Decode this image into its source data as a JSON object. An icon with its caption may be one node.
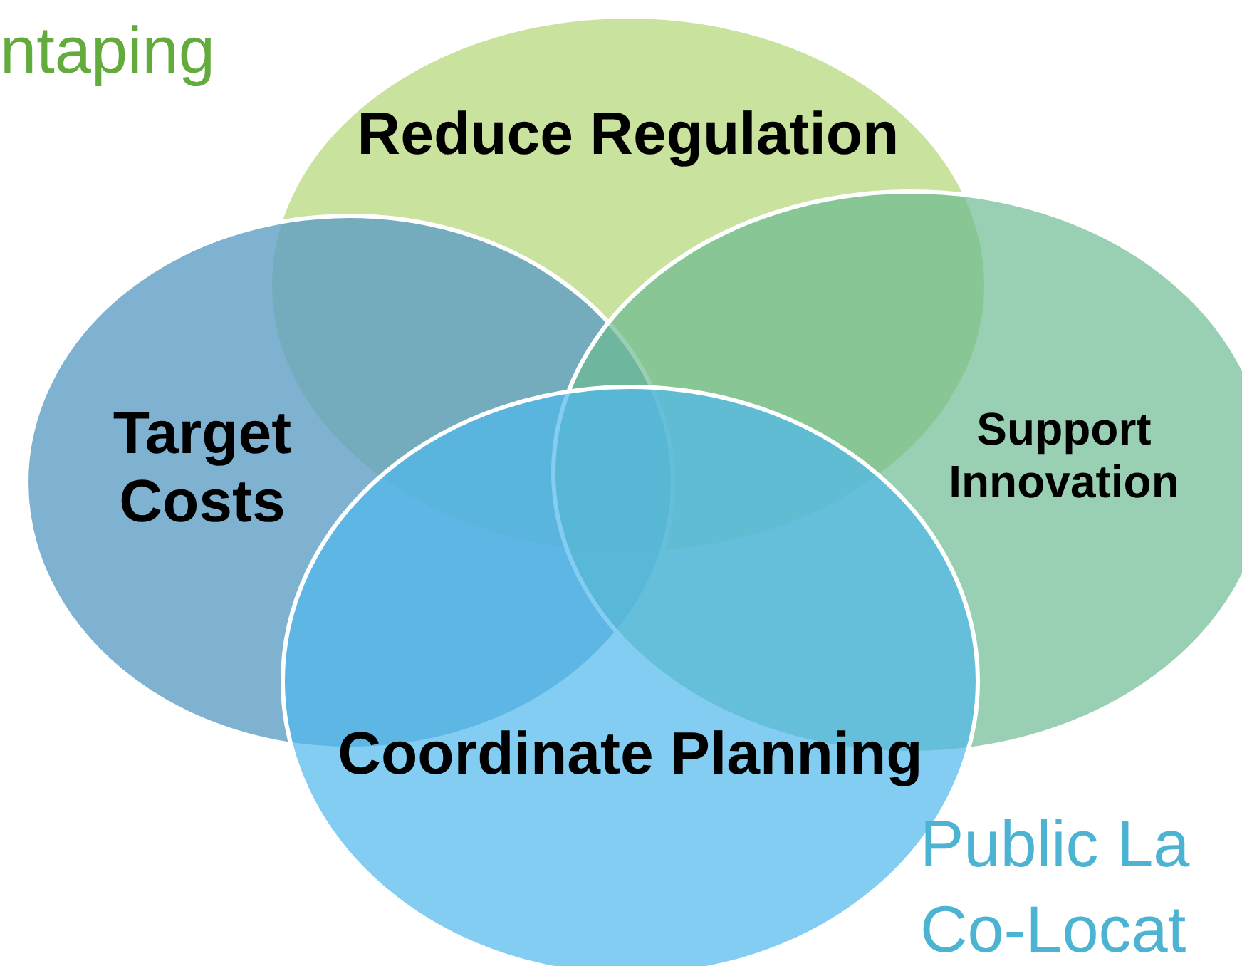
{
  "diagram": {
    "nodes": [
      {
        "text": [
          "Reduce Regulation"
        ]
      },
      {
        "text": [
          "Target Costs"
        ]
      },
      {
        "text": [
          "Support Innovation"
        ]
      },
      {
        "text": [
          "Coordinate Planning"
        ]
      }
    ],
    "labels": [
      "ntaping",
      "Public La",
      "Co-Locat"
    ]
  }
}
